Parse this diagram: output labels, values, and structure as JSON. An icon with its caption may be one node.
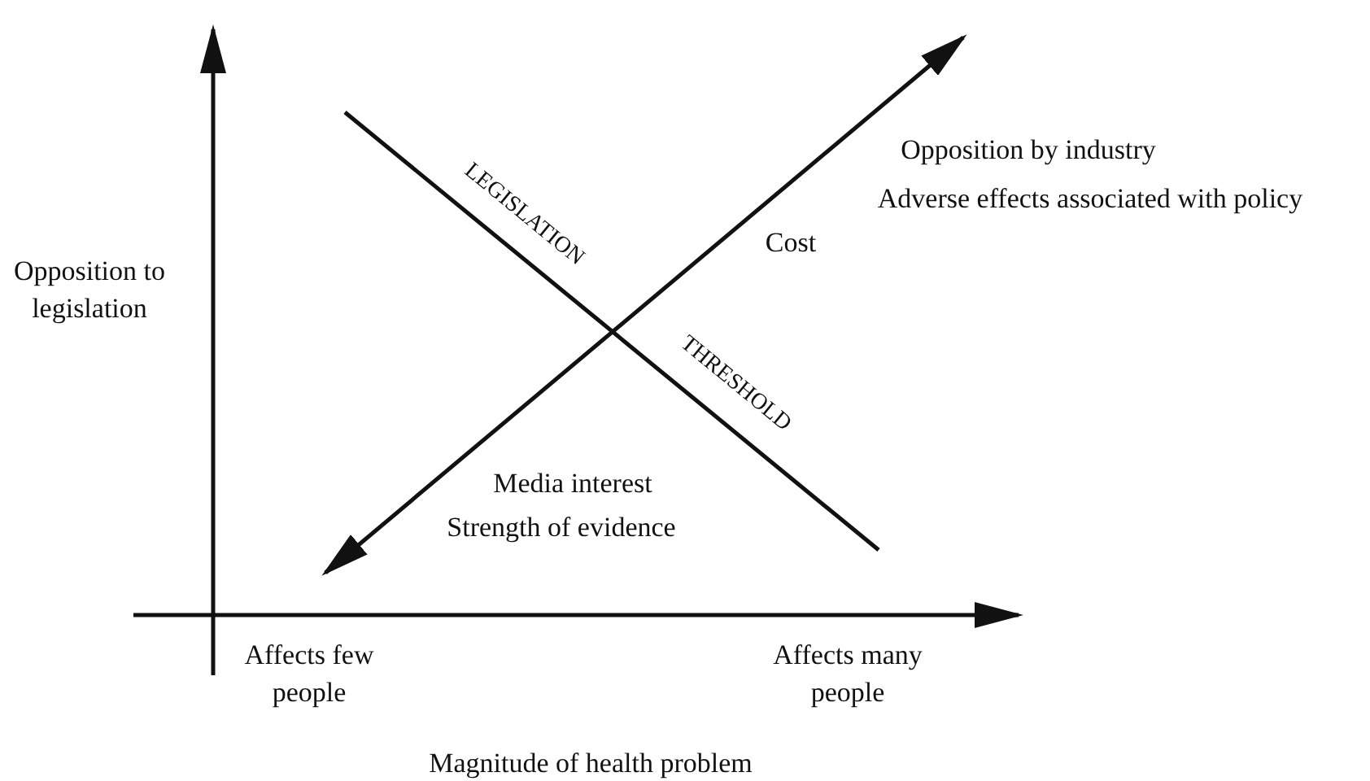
{
  "diagram": {
    "labels": [
      "Opposition by industry",
      "LEGISLATION",
      "Adverse effects associated with policy",
      "Opposition to legislation",
      "Cost",
      "THRESHOLD",
      "Media interest",
      "Strength of evidence",
      "Affects few people",
      "Affects many people",
      "Magnitude of health problem"
    ]
  }
}
